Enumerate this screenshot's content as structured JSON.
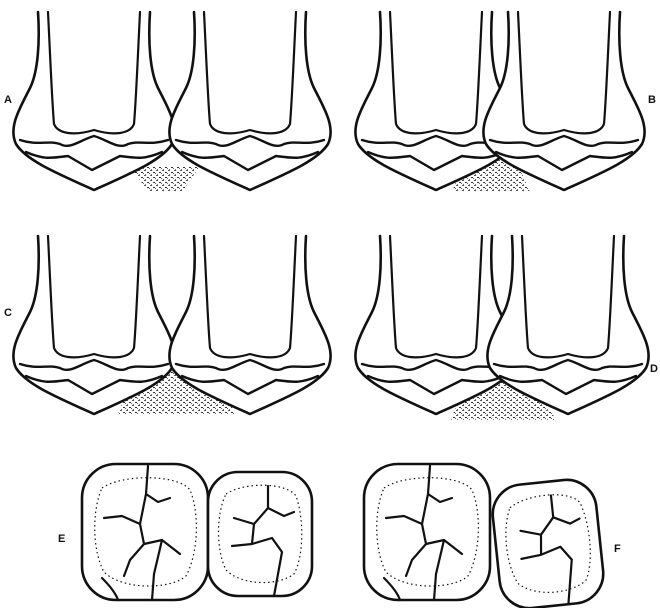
{
  "panels": [
    {
      "id": "A",
      "label": "A"
    },
    {
      "id": "B",
      "label": "B"
    },
    {
      "id": "C",
      "label": "C"
    },
    {
      "id": "D",
      "label": "D"
    },
    {
      "id": "E",
      "label": "E"
    },
    {
      "id": "F",
      "label": "F"
    }
  ]
}
